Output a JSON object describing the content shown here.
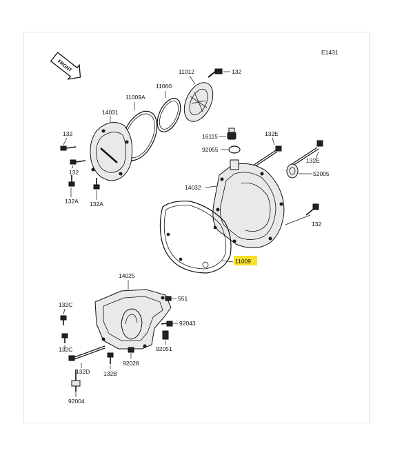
{
  "diagram": {
    "code": "E1431",
    "direction_label": "FRONT",
    "highlight_color": "#f7e12a",
    "parts": {
      "p11012": "11012",
      "p132_top": "132",
      "p11060": "11060",
      "p11009A": "11009A",
      "p14031": "14031",
      "p132_left": "132",
      "p132_leftb": "132",
      "p132A_a": "132A",
      "p132A_b": "132A",
      "p16115": "16115",
      "p92055": "92055",
      "p132E_a": "132E",
      "p132E_b": "132E",
      "p52005": "52005",
      "p14032": "14032",
      "p132_right": "132",
      "p11009": "11009",
      "p14025": "14025",
      "p551": "551",
      "p132C_a": "132C",
      "p132C_b": "132C",
      "p92043": "92043",
      "p132D": "132D",
      "p92051": "92051",
      "p132B": "132B",
      "p92028": "92028",
      "p92004": "92004"
    }
  }
}
